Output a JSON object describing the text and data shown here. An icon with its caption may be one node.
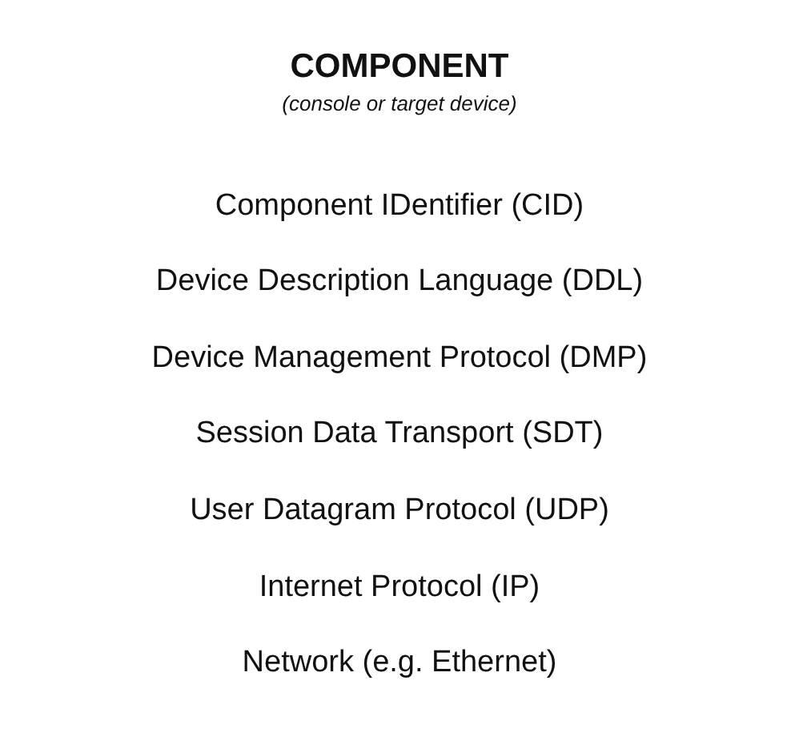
{
  "diagram": {
    "title": "COMPONENT",
    "nodes": [
      {
        "text": [
          "Component IDentifier (CID)"
        ]
      },
      {
        "text": [
          "Device Description Language (DDL)"
        ]
      },
      {
        "text": [
          "Device Management Protocol (DMP)"
        ]
      },
      {
        "text": [
          "Session Data Transport (SDT)"
        ]
      },
      {
        "text": [
          "User Datagram Protocol (UDP)"
        ]
      },
      {
        "text": [
          "Internet Protocol (IP)"
        ]
      },
      {
        "text": [
          "Network (e.g. Ethernet)"
        ]
      }
    ],
    "labels": [
      "(console or target device)"
    ]
  }
}
